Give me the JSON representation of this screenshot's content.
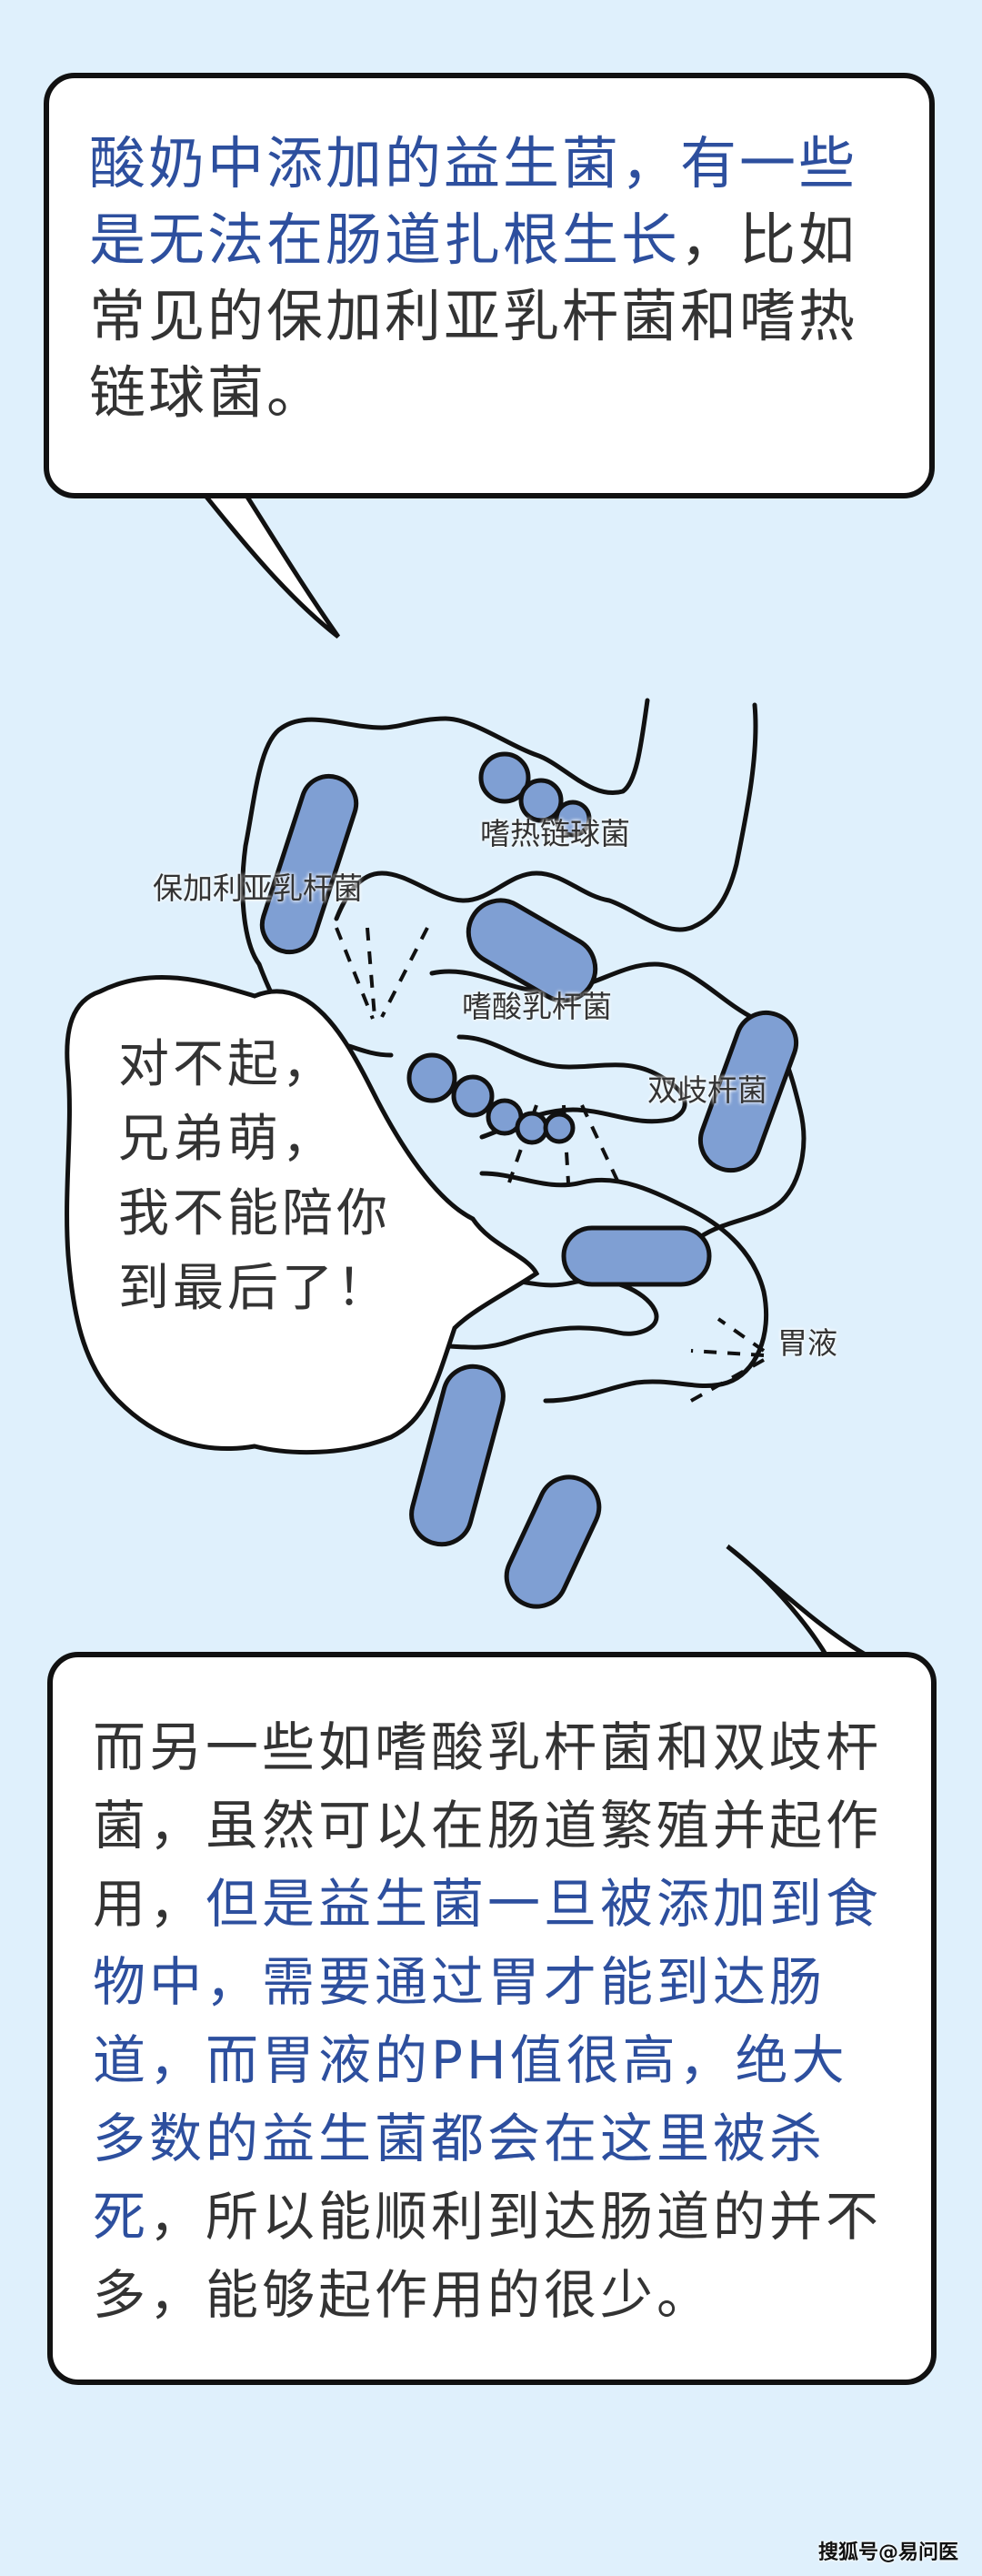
{
  "colors": {
    "background": "#dff0fc",
    "highlight_text": "#2d4f9e",
    "body_text": "#333333",
    "bacteria_fill": "#7f9fd3",
    "outline": "#111111"
  },
  "bubble_top": {
    "highlight": "酸奶中添加的益生菌，有一些是无法在肠道扎根生长",
    "plain": "，比如常见的保加利亚乳杆菌和嗜热链球菌。"
  },
  "illustration": {
    "labels": {
      "bulgaricus": "保加利亚乳杆菌",
      "thermophilus": "嗜热链球菌",
      "acidophilus": "嗜酸乳杆菌",
      "bifidobacterium": "双歧杆菌",
      "gastric_juice": "胃液"
    },
    "speech_lines": [
      "对不起，",
      "兄弟萌，",
      "我不能陪你",
      "到最后了！"
    ]
  },
  "bubble_bottom": {
    "plain_1": "而另一些如嗜酸乳杆菌和双歧杆菌，虽然可以在肠道繁殖并起作用，",
    "highlight": "但是益生菌一旦被添加到食物中，需要通过胃才能到达肠道，而胃液的PH值很高，绝大多数的益生菌都会在这里被杀死",
    "plain_2": "，所以能顺利到达肠道的并不多，能够起作用的很少。"
  },
  "footer": {
    "watermark": "搜狐号@易问医"
  }
}
